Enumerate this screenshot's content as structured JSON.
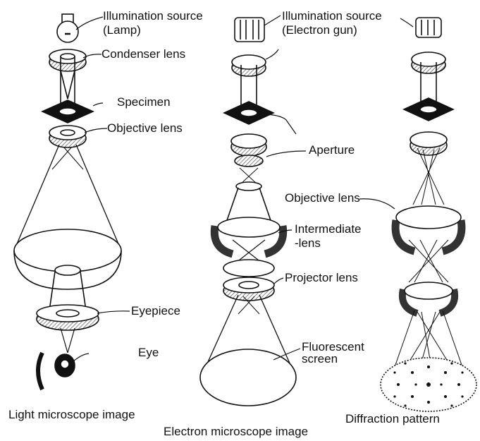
{
  "labels": {
    "illum_lamp_1": "Illumination source",
    "illum_lamp_2": "(Lamp)",
    "condenser": "Condenser lens",
    "specimen": "Specimen",
    "objective_left": "Objective lens",
    "eyepiece": "Eyepiece",
    "eye": "Eye",
    "illum_gun_1": "Illumination source",
    "illum_gun_2": "(Electron gun)",
    "aperture": "Aperture",
    "objective_right": "Objective lens",
    "intermediate_1": "Intermediate",
    "intermediate_2": "-lens",
    "projector": "Projector lens",
    "fluorescent_1": "Fluorescent",
    "fluorescent_2": "screen"
  },
  "captions": {
    "light": "Light microscope image",
    "electron": "Electron microscope image",
    "diffraction": "Diffraction pattern"
  },
  "colors": {
    "ink": "#111111",
    "shade": "#888888",
    "background": "#ffffff"
  }
}
